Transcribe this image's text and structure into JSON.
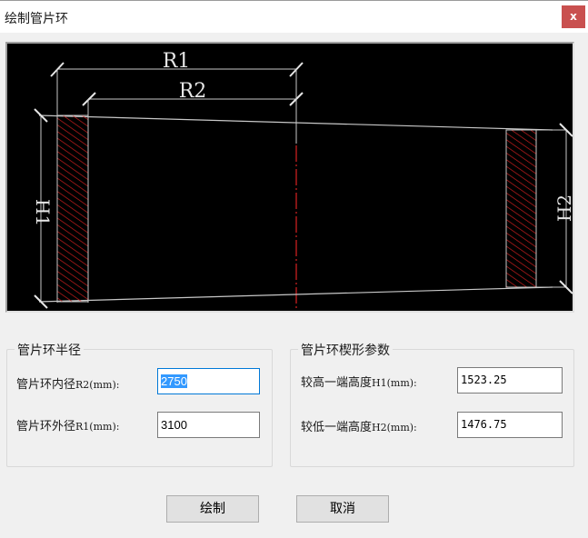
{
  "window": {
    "title": "绘制管片环",
    "close_label": "x"
  },
  "preview": {
    "labels": {
      "r1": "R1",
      "r2": "R2",
      "h1": "H1",
      "h2": "H2"
    },
    "colors": {
      "background": "#000000",
      "lines": "#c8c8c8",
      "hatch": "#c81e1e",
      "centerline": "#c81e1e"
    }
  },
  "radius_group": {
    "legend": "管片环半径",
    "fields": [
      {
        "label_cn": "管片环内径",
        "label_lat": "R2(mm):",
        "value": "2750",
        "selected": true
      },
      {
        "label_cn": "管片环外径",
        "label_lat": "R1(mm):",
        "value": "3100",
        "selected": false
      }
    ]
  },
  "wedge_group": {
    "legend": "管片环楔形参数",
    "fields": [
      {
        "label_cn": "较高一端高度",
        "label_lat": "H1(mm):",
        "value": "1523.25"
      },
      {
        "label_cn": "较低一端高度",
        "label_lat": "H2(mm):",
        "value": "1476.75"
      }
    ]
  },
  "buttons": {
    "draw": "绘制",
    "cancel": "取消"
  }
}
